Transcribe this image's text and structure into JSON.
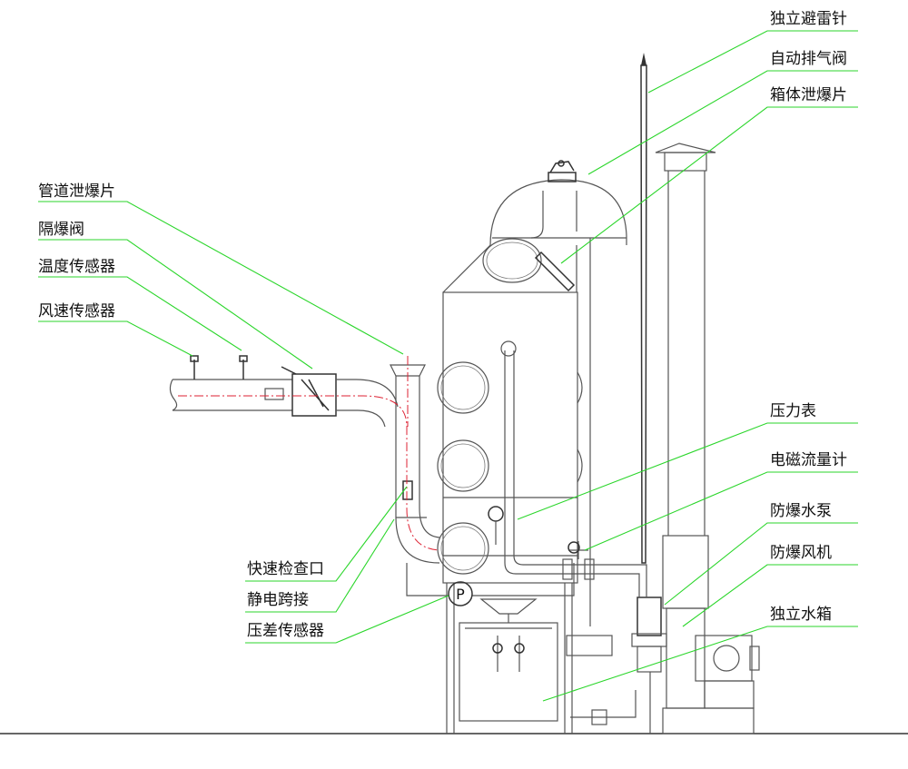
{
  "labels_right": {
    "lightning_rod": "独立避雷针",
    "auto_vent_valve": "自动排气阀",
    "box_rupture_disc": "箱体泄爆片",
    "pressure_gauge": "压力表",
    "em_flowmeter": "电磁流量计",
    "ex_water_pump": "防爆水泵",
    "ex_fan": "防爆风机",
    "water_tank": "独立水箱"
  },
  "labels_left": {
    "duct_rupture_disc": "管道泄爆片",
    "isolation_valve": "隔爆阀",
    "temp_sensor": "温度传感器",
    "air_speed_sensor": "风速传感器",
    "quick_inspection_port": "快速检查口",
    "static_bridge": "静电跨接",
    "diff_pressure_sensor": "压差传感器"
  },
  "symbols": {
    "pump_symbol": "P"
  },
  "colors": {
    "leader": "#2bd62b",
    "centerline": "#dd2233",
    "equipment": "#555555"
  }
}
